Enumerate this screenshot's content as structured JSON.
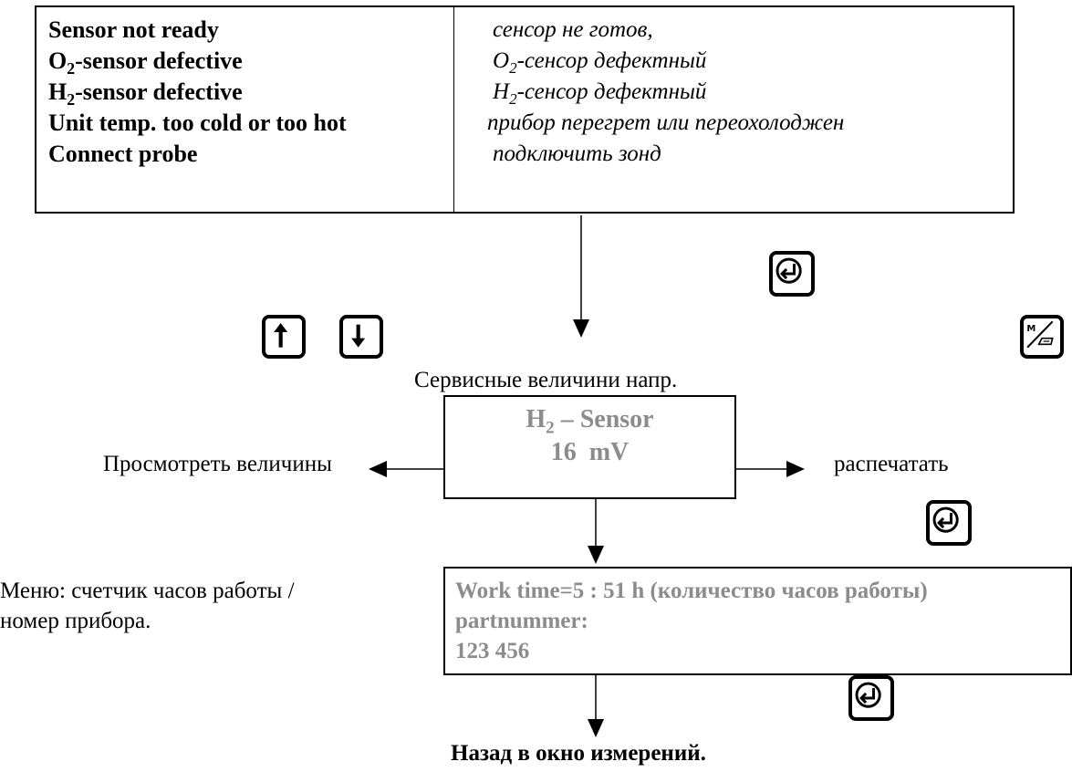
{
  "error_table": {
    "rows": [
      {
        "en": "Sensor not ready",
        "en_sub": "",
        "en_rest": "",
        "ru": "сенсор не готов,",
        "ru_sub": "",
        "ru_rest": ""
      },
      {
        "en": "O",
        "en_sub": "2",
        "en_rest": "-sensor defective",
        "ru": "O",
        "ru_sub": "2",
        "ru_rest": "-сенсор дефектный"
      },
      {
        "en": "H",
        "en_sub": "2",
        "en_rest": "-sensor defective",
        "ru": "H",
        "ru_sub": "2",
        "ru_rest": "-сенсор дефектный"
      },
      {
        "en": "Unit temp. too cold or too hot",
        "en_sub": "",
        "en_rest": "",
        "ru": "прибор перегрет или переохолоджен",
        "ru_sub": "",
        "ru_rest": ""
      },
      {
        "en": "Connect probe",
        "en_sub": "",
        "en_rest": "",
        "ru": "подключить зонд",
        "ru_sub": "",
        "ru_rest": ""
      }
    ]
  },
  "keys": {
    "enter": "enter-key-icon",
    "down": "arrow-down-key-icon",
    "up": "arrow-up-key-icon",
    "print": "print-key-icon"
  },
  "service_label": "Сервисные величини напр.",
  "sensor_box": {
    "line1_main": "H",
    "line1_sub": "2",
    "line1_rest": " – Sensor",
    "line2": "16  mV"
  },
  "left_label": "Просмотреть величины",
  "right_label": "распечатать",
  "worktime_label": {
    "line1": "Меню: счетчик часов работы /",
    "line2": "номер прибора."
  },
  "worktime_box": {
    "line1": "Work time=5 : 51 h (количество часов работы)",
    "line2": "partnummer:",
    "line3": "123 456"
  },
  "back_label": "Назад в окно измерений.",
  "colors": {
    "display_text": "#8c8c8c",
    "line": "#000000"
  }
}
